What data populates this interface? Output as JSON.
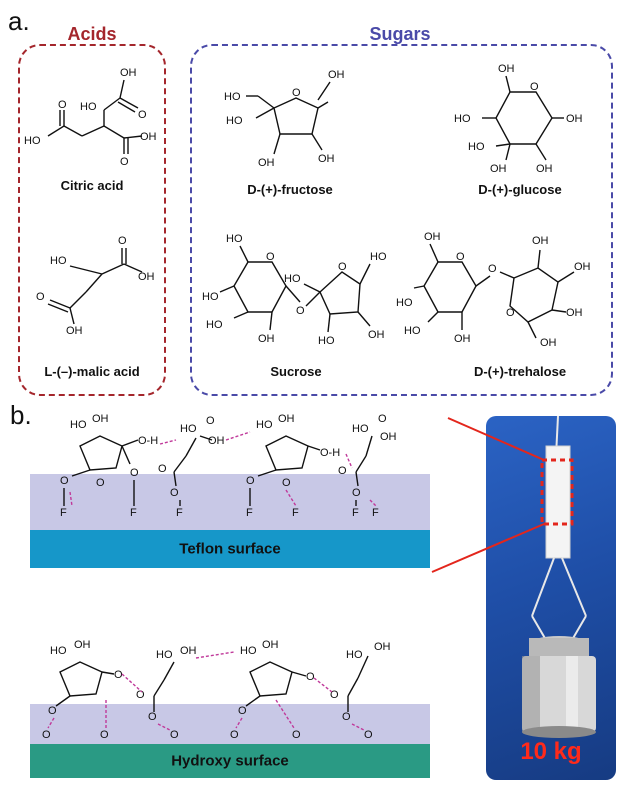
{
  "panels": {
    "a": "a.",
    "b": "b."
  },
  "groups": {
    "acids": {
      "title": "Acids",
      "color": "#a4262c"
    },
    "sugars": {
      "title": "Sugars",
      "color": "#4a4aa8"
    }
  },
  "molecules": {
    "citric_acid": "Citric acid",
    "malic_acid": "L-(–)-malic acid",
    "fructose": "D-(+)-fructose",
    "glucose": "D-(+)-glucose",
    "sucrose": "Sucrose",
    "trehalose": "D-(+)-trehalose"
  },
  "surfaces": {
    "teflon": "Teflon surface",
    "hydroxy": "Hydroxy surface"
  },
  "photo": {
    "weight": "10 kg"
  },
  "colors": {
    "teflon_layer": "#c8c8e6",
    "teflon_bar": "#1697c9",
    "hydroxy_layer": "#c8c8e6",
    "hydroxy_bar": "#2a9a84",
    "hbond": "#c0399a",
    "photo_bg": "#1f4fa8",
    "red": "#e3261c"
  }
}
